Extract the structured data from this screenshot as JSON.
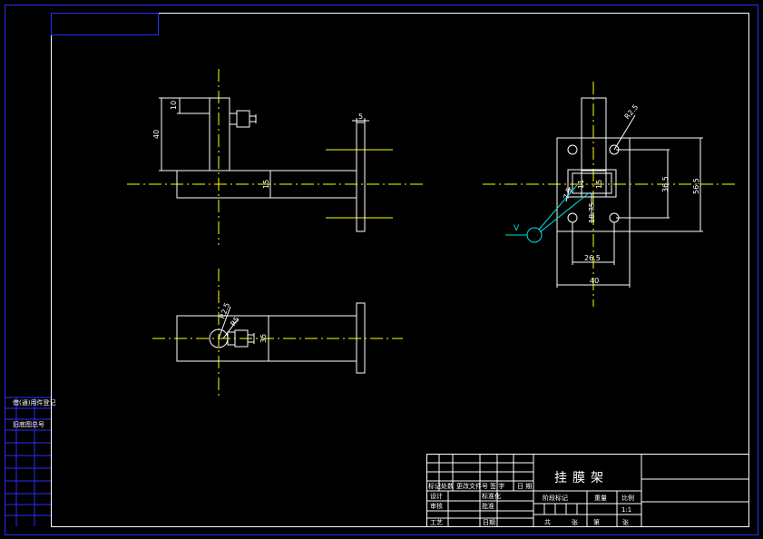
{
  "title_block": {
    "title": "挂膜架",
    "header_row": [
      "标记",
      "处数",
      "更改文件号",
      "签 字",
      "日 期"
    ],
    "designer_label": "设计",
    "standardization_label": "标准化",
    "review_label": "审核",
    "process_label": "工艺",
    "approve_label": "批准",
    "stage_label": "阶段标记",
    "weight_label": "重量",
    "scale_label": "比例",
    "scale_value": "1:1",
    "total_label": "共",
    "sheet_label": "张",
    "sheet_no_label": "第",
    "sheet_word": "张",
    "date_label": "日期"
  },
  "left_strip": {
    "label_1": "借(通)用件登记",
    "label_2": "旧底图总号"
  },
  "dimensions": {
    "front_top": "10",
    "front_height": "40",
    "flange_width": "5",
    "arm_height": "15",
    "right_radius": "R2.5",
    "right_x_span": "26.5",
    "right_total_x": "40",
    "right_y_span": "36.5",
    "right_total_y": "56.5",
    "right_slot_w": "11",
    "right_slot_h": "15",
    "right_offset": "18.75",
    "right_small": "7.5",
    "plan_r1": "R2.5",
    "plan_r2": "R5",
    "plan_height": "35",
    "callout_v": "V"
  }
}
